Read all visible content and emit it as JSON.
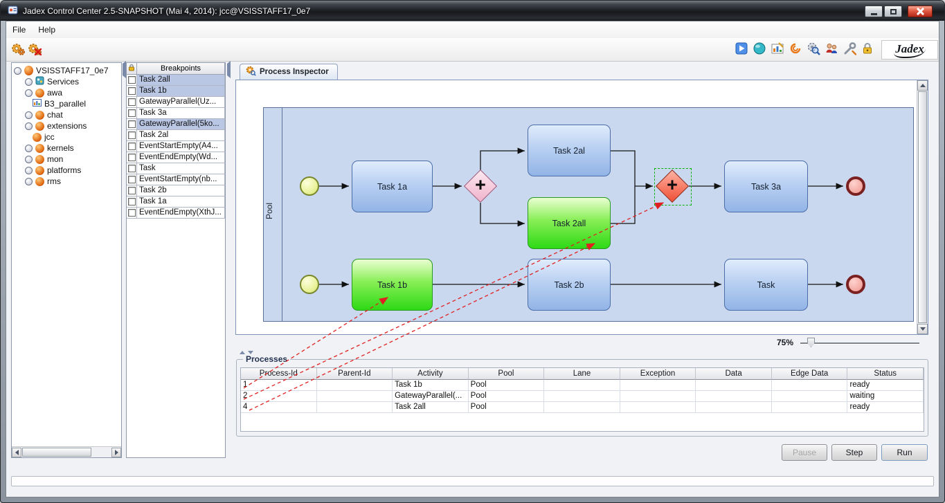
{
  "window": {
    "title": "Jadex Control Center 2.5-SNAPSHOT (Mai 4, 2014): jcc@VSISSTAFF17_0e7"
  },
  "menu": {
    "items": [
      {
        "label": "File"
      },
      {
        "label": "Help"
      }
    ]
  },
  "toolbar": {
    "logo": "Jadex",
    "left_icons": [
      "start-platform-icon",
      "kill-platform-icon"
    ],
    "right_icons": [
      "starter-icon",
      "awareness-icon",
      "chart-icon",
      "simulation-icon",
      "component-viewer-icon",
      "users-icon",
      "tools-icon",
      "security-lock-icon"
    ]
  },
  "tree": {
    "root": "VSISSTAFF17_0e7",
    "items": [
      "Services",
      "awa",
      "B3_parallel",
      "chat",
      "extensions",
      "jcc",
      "kernels",
      "mon",
      "platforms",
      "rms"
    ]
  },
  "breakpoints": {
    "header": "Breakpoints",
    "items": [
      {
        "label": "Task 2all",
        "selected": true
      },
      {
        "label": "Task 1b",
        "selected": true
      },
      {
        "label": "GatewayParallel(Uz...",
        "selected": false
      },
      {
        "label": "Task 3a",
        "selected": false
      },
      {
        "label": "GatewayParallel(5ko...",
        "selected": true
      },
      {
        "label": "Task 2al",
        "selected": false
      },
      {
        "label": "EventStartEmpty(A4...",
        "selected": false
      },
      {
        "label": "EventEndEmpty(Wd...",
        "selected": false
      },
      {
        "label": "Task",
        "selected": false
      },
      {
        "label": "EventStartEmpty(nb...",
        "selected": false
      },
      {
        "label": "Task 2b",
        "selected": false
      },
      {
        "label": "Task 1a",
        "selected": false
      },
      {
        "label": "EventEndEmpty(XthJ...",
        "selected": false
      }
    ]
  },
  "inspector": {
    "tab": "Process Inspector",
    "zoom": "75%"
  },
  "diagram": {
    "pool": "Pool",
    "tasks": {
      "t1a": "Task 1a",
      "t2al": "Task 2al",
      "t2all": "Task 2all",
      "t3a": "Task 3a",
      "t1b": "Task 1b",
      "t2b": "Task 2b",
      "t": "Task"
    }
  },
  "processes": {
    "title": "Processes",
    "columns": [
      "Process-Id",
      "Parent-Id",
      "Activity",
      "Pool",
      "Lane",
      "Exception",
      "Data",
      "Edge Data",
      "Status"
    ],
    "rows": [
      [
        "1",
        "",
        "Task 1b",
        "Pool",
        "",
        "",
        "",
        "",
        "ready"
      ],
      [
        "2",
        "",
        "GatewayParallel(...",
        "Pool",
        "",
        "",
        "",
        "",
        "waiting"
      ],
      [
        "4",
        "",
        "Task 2all",
        "Pool",
        "",
        "",
        "",
        "",
        "ready"
      ]
    ]
  },
  "actions": {
    "pause": "Pause",
    "step": "Step",
    "run": "Run"
  },
  "colors": {
    "selection": "#b9c6e4",
    "task_blue": "#a9c4ec",
    "task_green": "#4ce42c",
    "gateway_pink": "#f3bcd1",
    "gateway_active": "#f05038",
    "pool_fill": "#c9d8ef",
    "dashed_arrow": "#e02020",
    "titlebar": "#17191d"
  }
}
